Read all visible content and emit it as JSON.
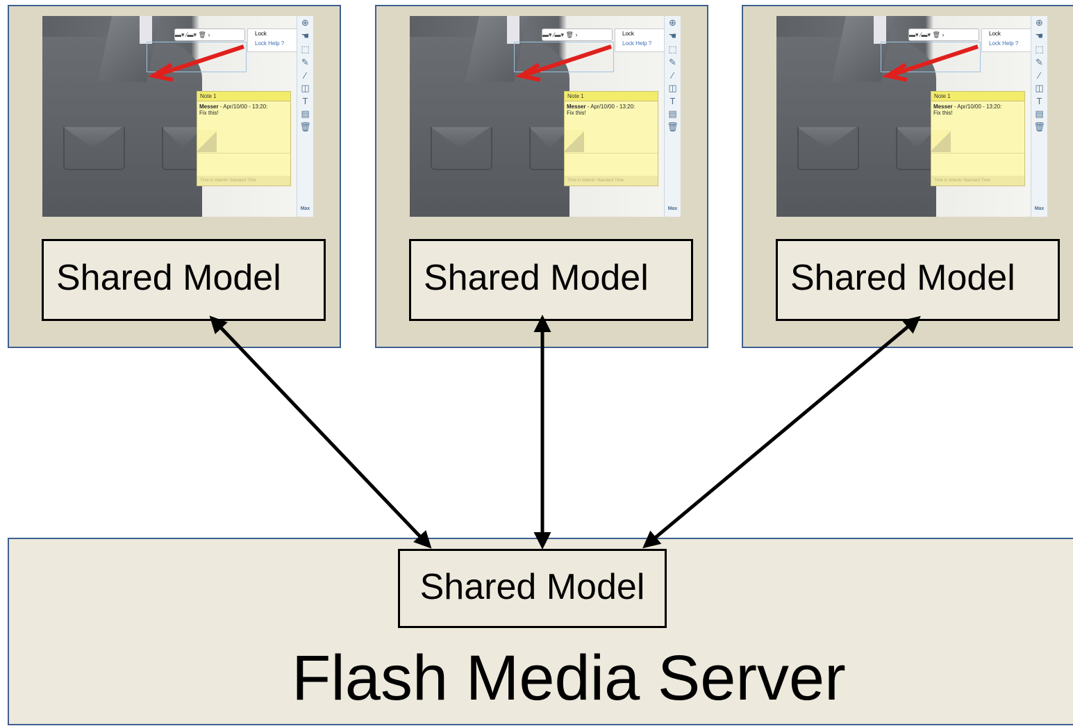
{
  "clients": [
    {
      "toolbar": "▬▾ ⁄▬▾ 🗑 ›",
      "lock_label": "Lock",
      "lock_help_label": "Lock Help ?",
      "note_title": "Note 1",
      "note_author": "Messer",
      "note_date": "- Apr/10/00 - 13:20:",
      "note_text": "Fix this!",
      "note_footer": "Time in Atlantic Standard Time",
      "max_label": "Max",
      "model_label": "Shared Model"
    },
    {
      "toolbar": "▬▾ ⁄▬▾ 🗑 ›",
      "lock_label": "Lock",
      "lock_help_label": "Lock Help ?",
      "note_title": "Note 1",
      "note_author": "Messer",
      "note_date": "- Apr/10/00 - 13:20:",
      "note_text": "Fix this!",
      "note_footer": "Time in Atlantic Standard Time",
      "max_label": "Max",
      "model_label": "Shared Model"
    },
    {
      "toolbar": "▬▾ ⁄▬▾ 🗑 ›",
      "lock_label": "Lock",
      "lock_help_label": "Lock Help ?",
      "note_title": "Note 1",
      "note_author": "Messer",
      "note_date": "- Apr/10/00 - 13:20:",
      "note_text": "Fix this!",
      "note_footer": "Time in Atlantic Standard Time",
      "max_label": "Max",
      "model_label": "Shared Model"
    }
  ],
  "server": {
    "model_label": "Shared Model",
    "title": "Flash Media Server"
  },
  "colors": {
    "client_bg": "#dcd8c4",
    "server_bg": "#ede9dc",
    "border": "#3f5f8f",
    "annotation_arrow": "#e0201c"
  },
  "icons": [
    "zoom-in-icon",
    "hand-icon",
    "select-icon",
    "pen-icon",
    "line-icon",
    "shapes-icon",
    "text-icon",
    "note-icon",
    "trash-icon"
  ]
}
